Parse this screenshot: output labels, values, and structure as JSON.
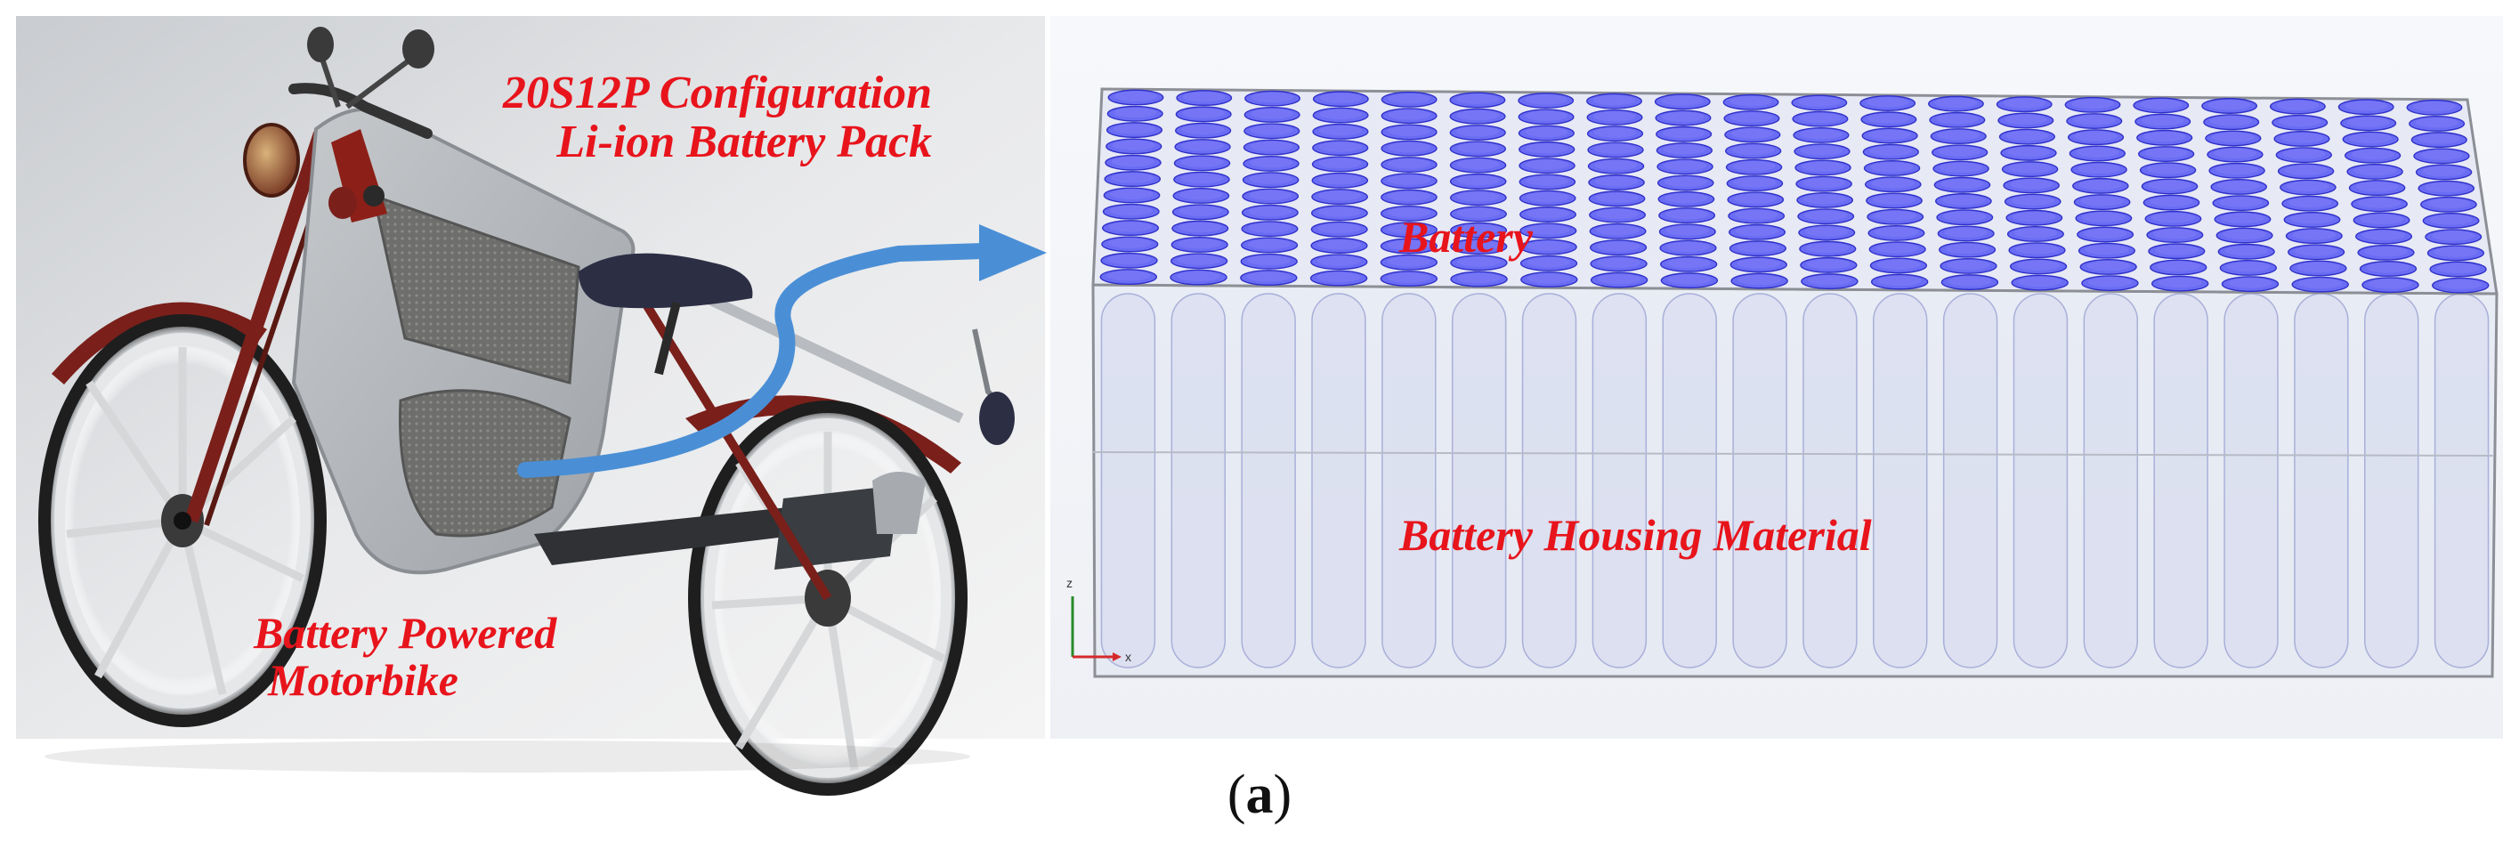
{
  "left_panel": {
    "title_line1": "20S12P Configuration",
    "title_line2": "Li-ion Battery  Pack",
    "bike_line1": "Battery Powered",
    "bike_line2": "Motorbike"
  },
  "right_panel": {
    "battery_label": "Battery",
    "housing_label": "Battery Housing Material",
    "axis_z": "z",
    "axis_x": "x",
    "config": {
      "series": 20,
      "parallel": 12
    }
  },
  "caption": {
    "open": "(",
    "letter": "a",
    "close": ")"
  },
  "colors": {
    "label_red": "#e8141c",
    "arrow_blue": "#4a8fd6",
    "cell_blue": "#4b4cf2",
    "frame_dark_red": "#7a1f1a"
  }
}
